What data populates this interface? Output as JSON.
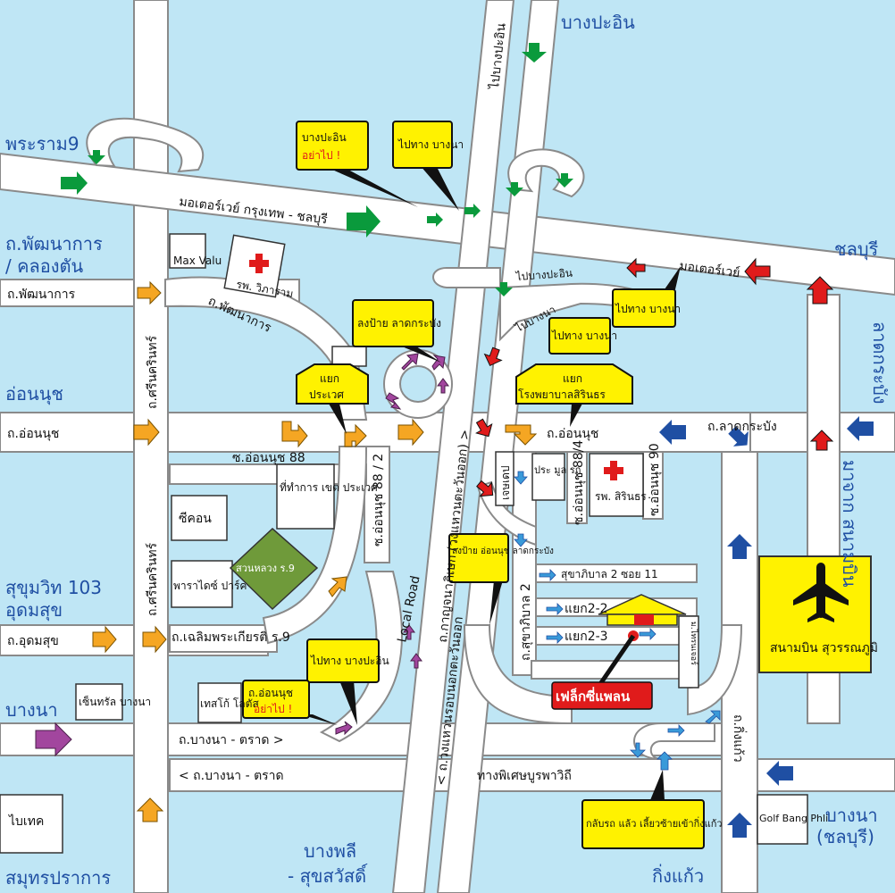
{
  "colors": {
    "water": "#bfe6f5",
    "road": "#ffffff",
    "road_edge": "#8a8a8a",
    "sign_yellow": "#fff200",
    "green_arrow": "#0a9a3c",
    "red_arrow": "#e01b1b",
    "blue_arrow": "#1f4fa3",
    "orange_arrow": "#f5a623",
    "purple_arrow": "#a2469e",
    "park": "#6f9a3a",
    "venue": "#e01b1b"
  },
  "area_labels": {
    "bang_pa_in_top": "บางปะอิน",
    "rama9": "พระราม9",
    "phatthanakan": "ถ.พัฒนาการ",
    "klong_tan": "/ คลองตัน",
    "on_nut": "อ่อนนุช",
    "sukhumvit103": "สุขุมวิท 103",
    "udomsuk": "อุดมสุข",
    "bang_na_left": "บางนา",
    "samut_prakan": "สมุทรปราการ",
    "bang_phli": "บางพลี",
    "suksawat": "- สุขสวัสดิ์",
    "king_kaeo": "กิ่งแก้ว",
    "bang_na_chonburi_1": "บางนา",
    "bang_na_chonburi_2": "(ชลบุรี)",
    "chon_buri": "ชลบุรี",
    "lat_krabang_vertical": "ลาดกระบัง",
    "from_airport_vertical": "มาจาก สนามบิน"
  },
  "road_labels": {
    "motorway": "มอเตอร์เวย์ กรุงเทพ - ชลบุรี",
    "motorway_short": "มอเตอร์เวย์",
    "phatthanakan_road": "ถ.พัฒนาการ",
    "phatthanakan_curve": "ถ.พัฒนาการ",
    "srinakarin_1": "ถ.ศรีนครินทร์",
    "srinakarin_2": "ถ.ศรีนครินทร์",
    "on_nut_road_left": "ถ.อ่อนนุช",
    "on_nut_road_right": "ถ.อ่อนนุช",
    "lat_krabang_road": "ถ.ลาดกระบัง",
    "soi_on_nut_88": "ซ.อ่อนนุช 88",
    "soi_on_nut_88_2": "ซ.อ่อนนุช 88 / 2",
    "soi_on_nut_88_4": "ซ.อ่อนนุช 88/4",
    "soi_on_nut_90": "ซ.อ่อนนุช 90",
    "udomsuk_road": "ถ.อุดมสุข",
    "chaloem_road": "ถ.เฉลิมพระเกียรติ ร.9",
    "bang_na_trat_1": "ถ.บางนา  - ตราด  >",
    "bang_na_trat_2": "< ถ.บางนา - ตราด",
    "special_way": "ทางพิเศษบูรพาวิถี",
    "local_road": "Local Road",
    "ring_east_1": "ถ.กาญจนาภิเษก (วงแหวนตะวันออก) >",
    "ring_east_2": "< ถ.วงแหวนรอบนอกตะวันออก",
    "to_bang_pa_in_vert": "ไปบางปะอิน",
    "to_bang_pa_in_diag": "ไปบางปะอิน",
    "to_bang_na_diag": "ไปบางนา",
    "sukhaphiban2_road": "ถ.สุขาภิบาล 2",
    "sukhaphiban2_soi11": "สุขาภิบาล 2 ซอย 11",
    "junction_2_2": "แยก2-2",
    "junction_2_3": "แยก2-3",
    "ring_road_right": "ถ.กิ่งแก้ว",
    "khet_dap": "เจษเดป",
    "univ": "ม.ไทรนเจอร์"
  },
  "landmarks": {
    "max_valu": "Max Valu",
    "vibharam_hospital": "รพ. วิภาราม",
    "prawet_office": "ที่ทำการ เขต ประเวศ",
    "seacon": "ซีคอน",
    "paradise_park": "พาราไดซ์ ปาร์ค",
    "suan_luang": "สวนหลวง ร.9",
    "tesco_lotus": "เทสโก้ โลตัส",
    "central_bangna": "เซ็นทรัล บางนา",
    "bitec": "ไบเทค",
    "golf_bang_phli": "Golf Bang Phli",
    "prasmerit": "ประ มูล รถ",
    "sirindhorn_hospital": "รพ. สิรินธร",
    "airport": "สนามบิน สุวรรณภูมิ",
    "venue": "เฟล็กซี่แพลน"
  },
  "signs": {
    "bang_pa_in_dont": "บางปะอิน",
    "dont_go": "อย่าไป !",
    "to_bang_na_top": "ไปทาง บางนา",
    "exit_lat_krabang": "ลงป้าย ลาดกระบัง",
    "junction_prawet_1": "แยก",
    "junction_prawet_2": "ประเวศ",
    "junction_sirindhorn_1": "แยก",
    "junction_sirindhorn_2": "โรงพยาบาลสิรินธร",
    "to_bang_na_mid": "ไปทาง บางนา",
    "to_bang_na_right": "ไปทาง บางนา",
    "exit_on_nut_lk": "ลงป้าย อ่อนนุช ลาดกระบัง",
    "to_bang_pa_in_bottom": "ไปทาง บางปะอิน",
    "on_nut_dont": "ถ.อ่อนนุช",
    "dont_go_2": "อย่าไป !",
    "u_turn": "กลับรถ แล้ว เลี้ยวซ้ายเข้ากิ่งแก้ว"
  }
}
